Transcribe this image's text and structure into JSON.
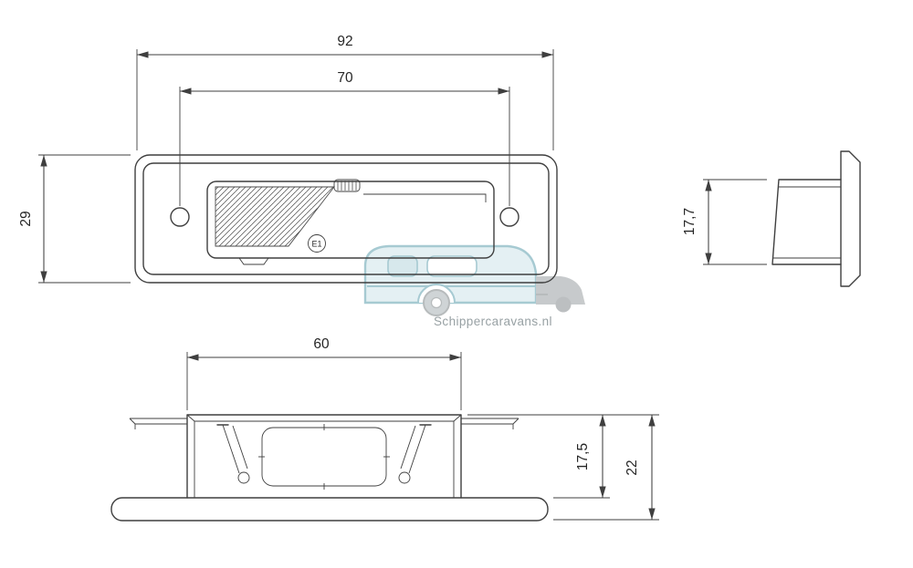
{
  "dims": {
    "w92": "92",
    "w70": "70",
    "h29": "29",
    "d177": "17,7",
    "w60": "60",
    "h175": "17,5",
    "h22": "22"
  },
  "markings": {
    "e1": "E1"
  },
  "watermark": {
    "text": "Schippercaravans.nl"
  },
  "colors": {
    "line": "#3f3f3f",
    "background": "#ffffff",
    "watermark_teal": "#5f9fae",
    "watermark_fill": "#cfe4ea",
    "watermark_gray": "#9aa0a3"
  }
}
